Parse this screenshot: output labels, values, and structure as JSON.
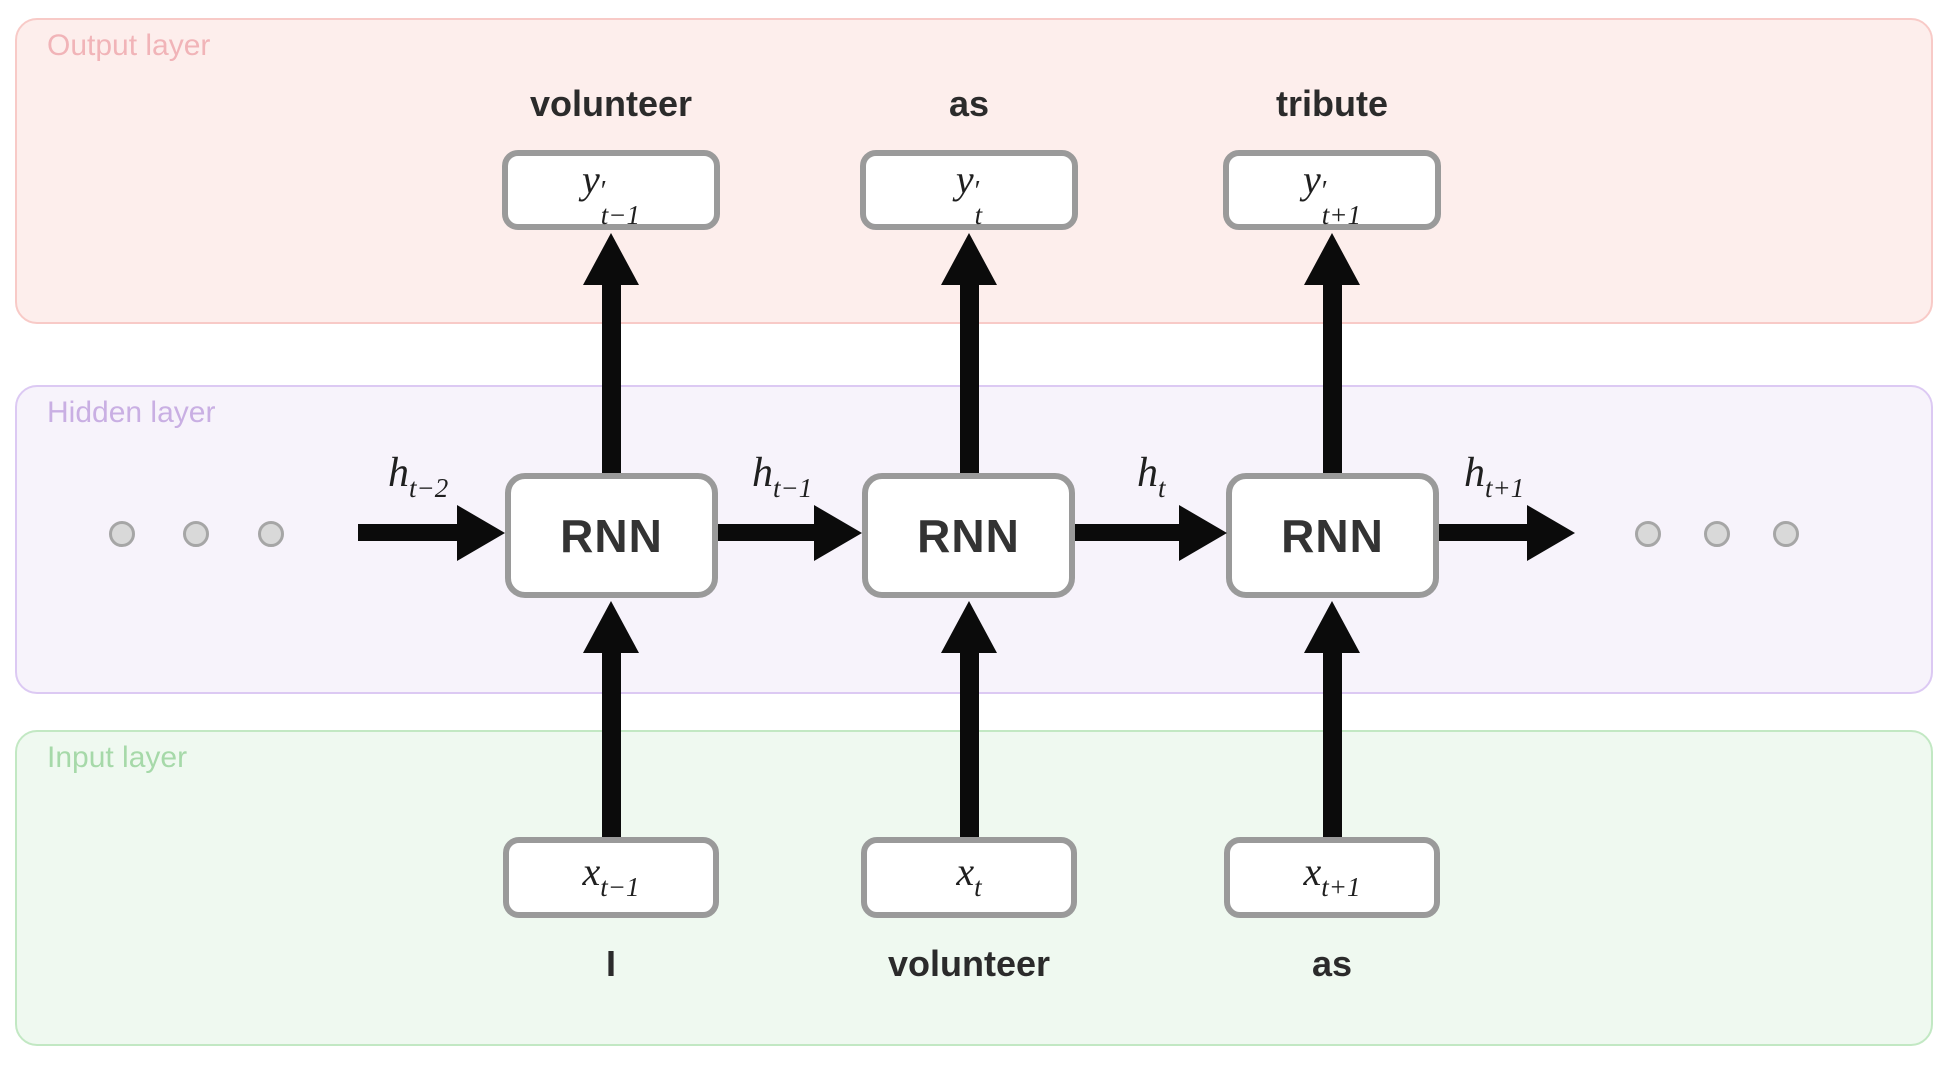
{
  "panels": {
    "output": {
      "label": "Output layer"
    },
    "hidden": {
      "label": "Hidden layer"
    },
    "input": {
      "label": "Input layer"
    }
  },
  "columns": [
    {
      "predicted_word": "volunteer",
      "output_node": {
        "base": "y",
        "prime": "′",
        "sub": "t−1"
      },
      "cell_label": "RNN",
      "input_node": {
        "base": "x",
        "sub": "t−1"
      },
      "input_word": "I"
    },
    {
      "predicted_word": "as",
      "output_node": {
        "base": "y",
        "prime": "′",
        "sub": "t"
      },
      "cell_label": "RNN",
      "input_node": {
        "base": "x",
        "sub": "t"
      },
      "input_word": "volunteer"
    },
    {
      "predicted_word": "tribute",
      "output_node": {
        "base": "y",
        "prime": "′",
        "sub": "t+1"
      },
      "cell_label": "RNN",
      "input_node": {
        "base": "x",
        "sub": "t+1"
      },
      "input_word": "as"
    }
  ],
  "hidden_state_labels": [
    {
      "base": "h",
      "sub": "t−2"
    },
    {
      "base": "h",
      "sub": "t−1"
    },
    {
      "base": "h",
      "sub": "t"
    },
    {
      "base": "h",
      "sub": "t+1"
    }
  ],
  "colors": {
    "output_bg": "#fdeeec",
    "output_border": "#f8cac7",
    "output_label": "#f1b4b8",
    "hidden_bg": "#f7f3fb",
    "hidden_border": "#dcc9f3",
    "hidden_label": "#c9afe3",
    "input_bg": "#eff9f0",
    "input_border": "#c2e8c3",
    "input_label": "#a6d9a9",
    "node_border": "#9a9a9a",
    "arrow": "#0b0b0b",
    "dot_fill": "#d9d9d9",
    "dot_border": "#a6a6a6",
    "text_dark": "#2b2b2b"
  }
}
